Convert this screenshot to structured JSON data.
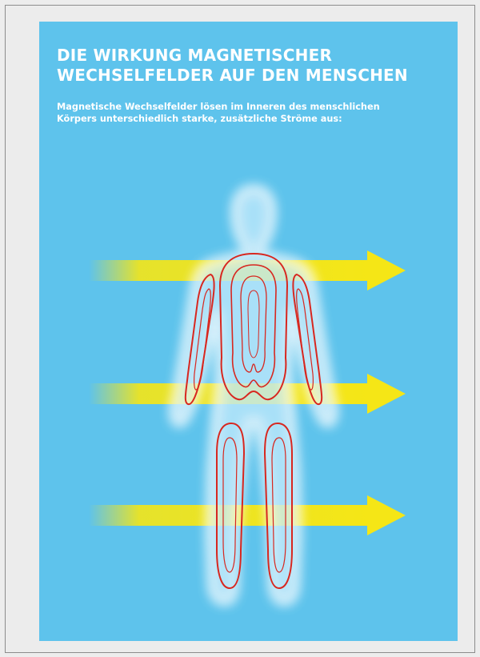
{
  "poster": {
    "title_line1": "DIE WIRKUNG MAGNETISCHER",
    "title_line2": "WECHSELFELDER AUF DEN MENSCHEN",
    "subtitle_line1": "Magnetische Wechselfelder lösen im Inneren des menschlichen",
    "subtitle_line2": "Körpers unterschiedlich starke, zusätzliche Ströme aus:"
  },
  "colors": {
    "background": "#5ec3ec",
    "arrow": "#f5e616",
    "current_loops": "#d8271f",
    "body_glow": "#e8f7ff"
  },
  "icons": {
    "field_arrows": "arrow-right-icon",
    "figure": "human-body-silhouette-icon"
  }
}
